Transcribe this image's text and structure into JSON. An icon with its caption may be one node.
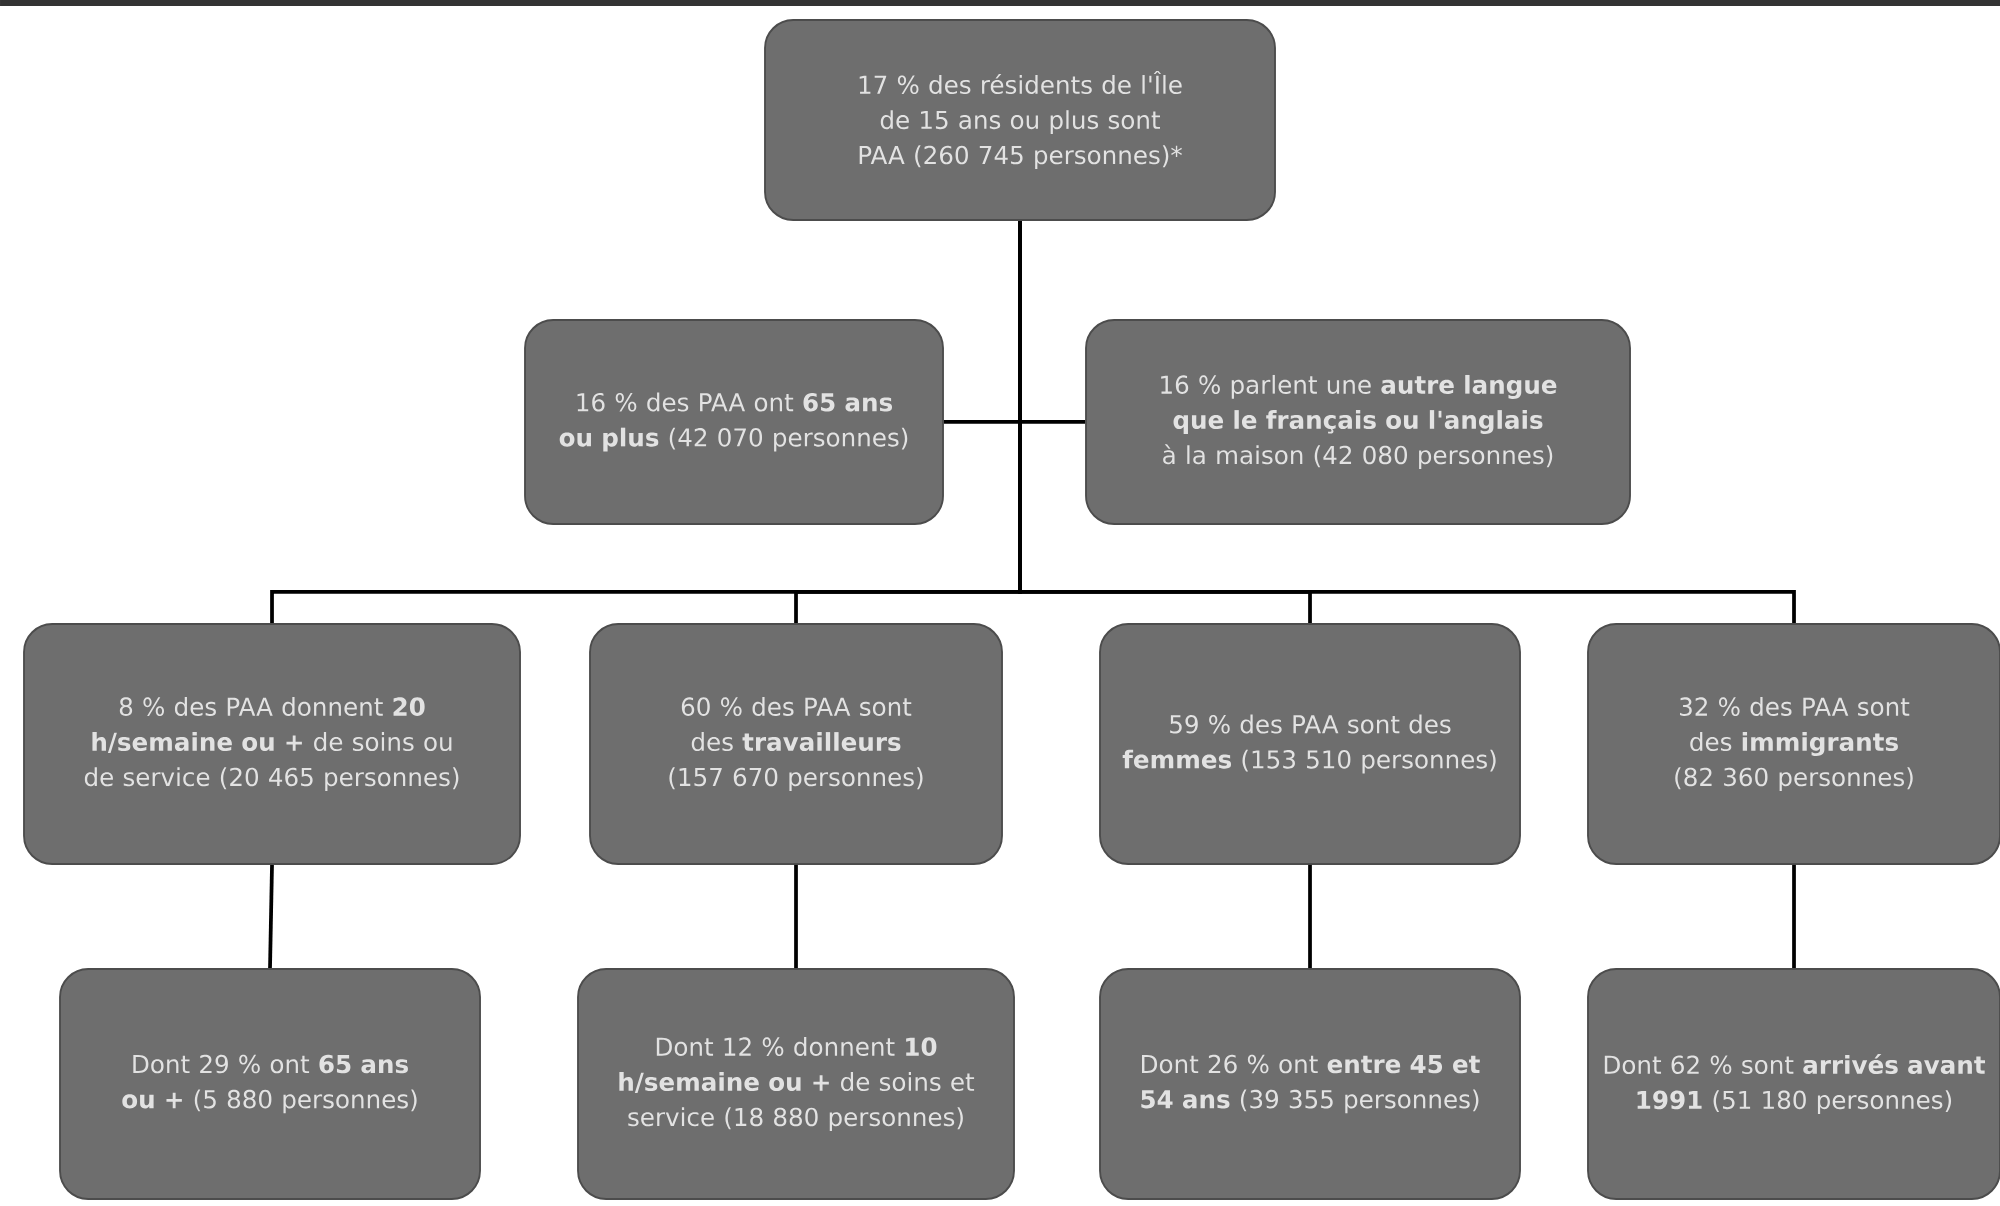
{
  "diagram": {
    "nodes": [
      {
        "text": [
          "17 % des résidents de l'Île de 15 ans ou plus sont PAA (260 745 personnes)*"
        ]
      },
      {
        "text": [
          "16 % des PAA ont **65 ans ou plus** (42 070 personnes)"
        ]
      },
      {
        "text": [
          "16 % parlent une **autre langue que le français ou l'anglais** à la maison (42 080 personnes)"
        ]
      },
      {
        "text": [
          "8 % des PAA donnent **20 h/semaine ou +** de soins ou de service (20 465 personnes)"
        ]
      },
      {
        "text": [
          "60 % des PAA sont des **travailleurs** (157 670 personnes)"
        ]
      },
      {
        "text": [
          "59 % des PAA sont des **femmes** (153 510 personnes)"
        ]
      },
      {
        "text": [
          "32 % des PAA sont des **immigrants** (82 360 personnes)"
        ]
      },
      {
        "text": [
          "Dont 29 % ont **65 ans ou +** (5 880 personnes)"
        ]
      },
      {
        "text": [
          "Dont 12 % donnent **10 h/semaine ou +** de soins et service (18 880 personnes)"
        ]
      },
      {
        "text": [
          "Dont 26 % ont **entre 45 et 54 ans** (39 355 personnes)"
        ]
      },
      {
        "text": [
          "Dont 62 % sont **arrivés avant 1991** (51 180 personnes)"
        ]
      }
    ],
    "edges": [
      {
        "from": 0,
        "to": 1,
        "arrow": "none"
      },
      {
        "from": 0,
        "to": 2,
        "arrow": "none"
      },
      {
        "from": 0,
        "to": 3,
        "arrow": "none"
      },
      {
        "from": 0,
        "to": 4,
        "arrow": "none"
      },
      {
        "from": 0,
        "to": 5,
        "arrow": "none"
      },
      {
        "from": 0,
        "to": 6,
        "arrow": "none"
      },
      {
        "from": 3,
        "to": 7,
        "arrow": "none"
      },
      {
        "from": 4,
        "to": 8,
        "arrow": "none"
      },
      {
        "from": 5,
        "to": 9,
        "arrow": "none"
      },
      {
        "from": 6,
        "to": 10,
        "arrow": "none"
      }
    ]
  }
}
